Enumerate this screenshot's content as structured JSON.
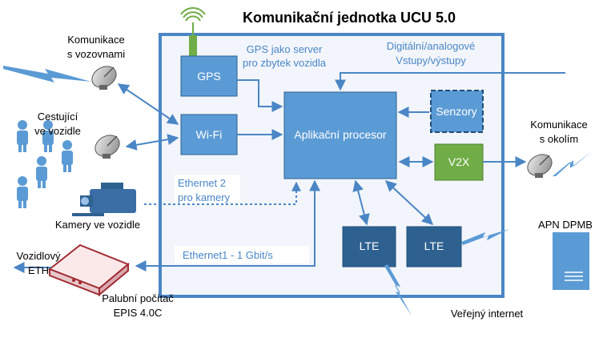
{
  "title": "Komunikační jednotka UCU 5.0",
  "blocks": {
    "gps": "GPS",
    "wifi": "Wi-Fi",
    "app_processor": "Aplikační procesor",
    "sensors": "Senzory",
    "v2x": "V2X",
    "lte1": "LTE",
    "lte2": "LTE"
  },
  "annotations": {
    "gps_server_line1": "GPS jako server",
    "gps_server_line2": "pro zbytek vozidla",
    "io_line1": "Digitální/analogové",
    "io_line2": "Vstupy/výstupy",
    "eth2_line1": "Ethernet 2",
    "eth2_line2": "pro kamery",
    "eth1": "Ethernet1 -  1 Gbit/s"
  },
  "external": {
    "depots_line1": "Komunikace",
    "depots_line2": "s vozovnami",
    "passengers_line1": "Cestující",
    "passengers_line2": "ve vozidle",
    "cameras": "Kamery ve vozidle",
    "vehicle_eth_line1": "Vozidlový",
    "vehicle_eth_line2": "ETH",
    "computer_line1": "Palubní počítač",
    "computer_line2": "EPIS 4.0C",
    "surroundings_line1": "Komunikace",
    "surroundings_line2": "s okolím",
    "apn": "APN DPMB",
    "internet": "Veřejný internet"
  },
  "colors": {
    "frame": "#4a86c5",
    "frame_fill": "#f2f5fb",
    "block": "#5b9bd5",
    "block_dark": "#2e6190",
    "v2x": "#70ad47",
    "arrow": "#4a86c5",
    "label_blue": "#4a86c5"
  }
}
